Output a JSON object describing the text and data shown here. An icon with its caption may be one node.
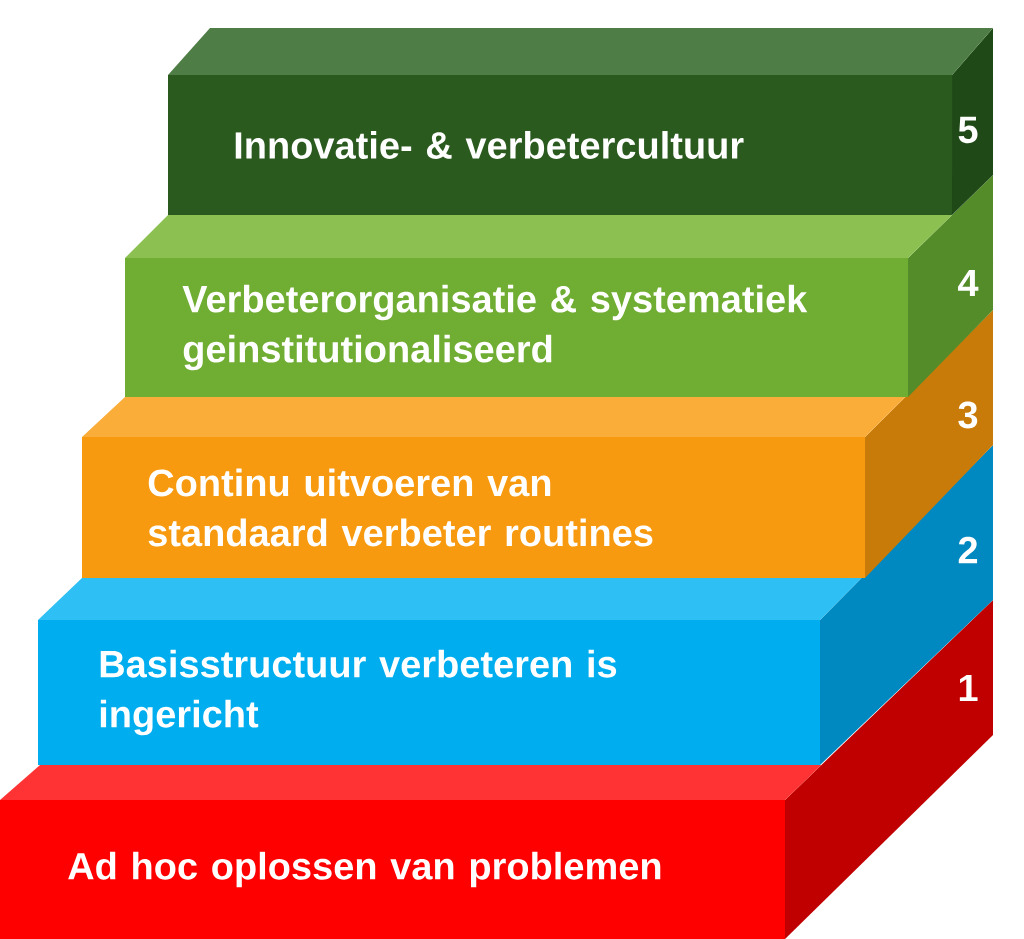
{
  "diagram": {
    "nodes": [
      {
        "text": [
          "Innovatie- & verbetercultuur"
        ]
      },
      {
        "text": [
          "Verbeterorganisatie & systematiek geinstitutionaliseerd"
        ]
      },
      {
        "text": [
          "Continu uitvoeren van standaard verbeter routines"
        ]
      },
      {
        "text": [
          "Basisstructuur verbeteren is ingericht"
        ]
      },
      {
        "text": [
          "Ad hoc oplossen van problemen"
        ]
      }
    ],
    "labels": [
      "5",
      "4",
      "3",
      "2",
      "1"
    ]
  }
}
